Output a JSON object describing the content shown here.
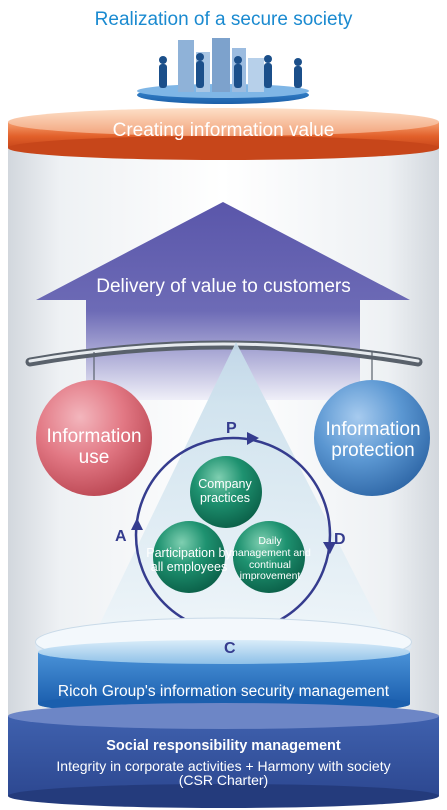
{
  "title": "Realization of a secure society",
  "top_disc": "Creating information value",
  "arrow": "Delivery of value to customers",
  "left_sphere": "Information use",
  "right_sphere": "Information protection",
  "pdca": {
    "p": "P",
    "d": "D",
    "c": "C",
    "a": "A"
  },
  "balls": {
    "company": "Company practices",
    "participation": "Participation by all employees",
    "daily": "Daily management and continual improvement"
  },
  "base_upper": "Ricoh Group's information security management",
  "base_lower": {
    "title": "Social responsibility management",
    "line1": "Integrity in corporate activities + Harmony with society",
    "line2": "(CSR Charter)"
  },
  "colors": {
    "title": "#1a8ad0",
    "top_disc": "#e2602a",
    "arrow": "#5a5aa8",
    "left_sphere": "#d65a6a",
    "right_sphere": "#3a7fc0",
    "balls": "#0f7a5e",
    "base_upper": "#1d68b8",
    "base_lower": "#3553a0",
    "pdca": "#353c8e"
  }
}
